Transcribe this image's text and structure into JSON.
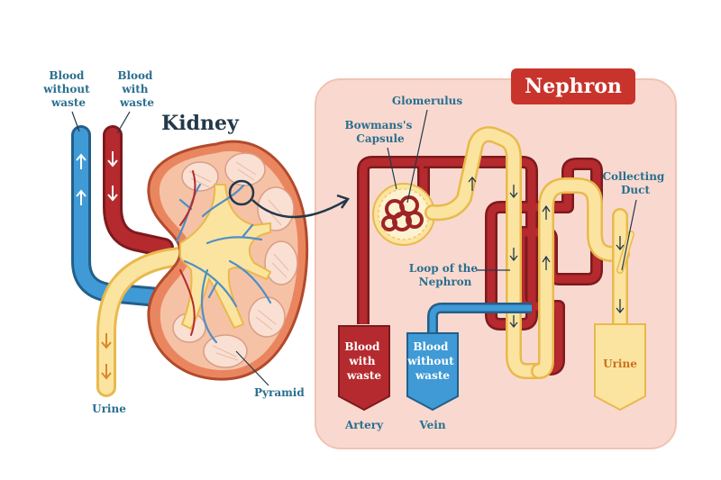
{
  "kidney": {
    "title": "Kidney",
    "vein_label": [
      "Blood",
      "without",
      "waste"
    ],
    "artery_label": [
      "Blood",
      "with",
      "waste"
    ],
    "ureter_label": "Urine",
    "pyramid_label": "Pyramid"
  },
  "nephron": {
    "title": "Nephron",
    "glomerulus_label": "Glomerulus",
    "capsule_label": [
      "Bowmans's",
      "Capsule"
    ],
    "loop_label": [
      "Loop of the",
      "Nephron"
    ],
    "duct_label": [
      "Collecting",
      "Duct"
    ],
    "artery_sign": [
      "Blood",
      "with",
      "waste"
    ],
    "vein_sign": [
      "Blood",
      "without",
      "waste"
    ],
    "urine_sign": "Urine",
    "artery_caption": "Artery",
    "vein_caption": "Vein"
  },
  "colors": {
    "panel": "#f9d9cf",
    "panel_border": "#f2c2b2",
    "artery": "#b52a2e",
    "artery_dark": "#7d1a1e",
    "vein": "#3f9ad6",
    "urine": "#fbe4a0",
    "urine_edge": "#e9b94c",
    "kidney_outer": "#e9865f",
    "kidney_inner": "#f6c2a6",
    "title_badge": "#c8342c",
    "label_blue": "#2a6f8f"
  }
}
